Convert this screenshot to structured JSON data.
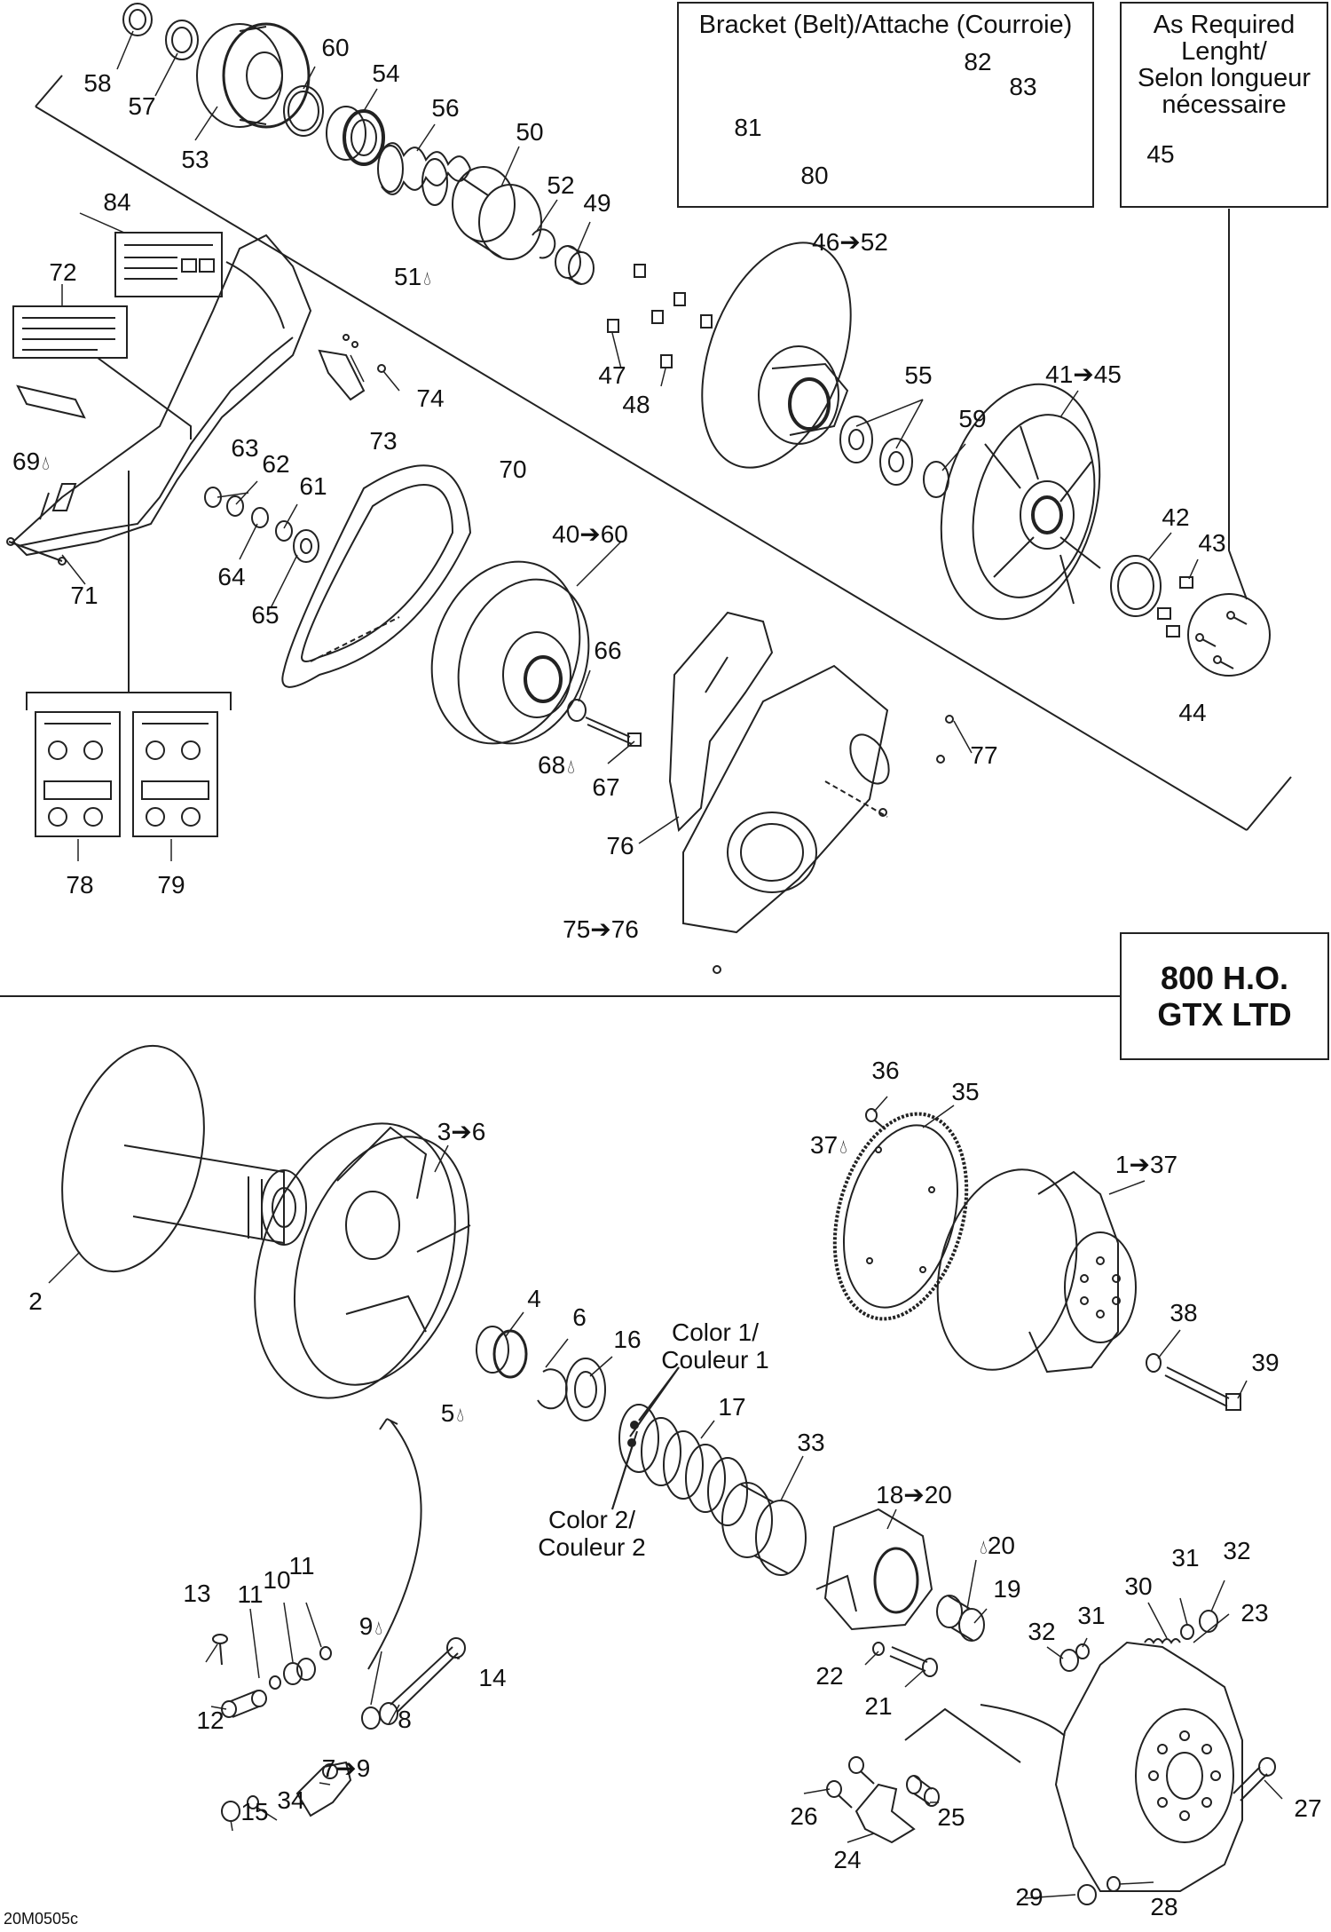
{
  "boxes": {
    "bracket_title": "Bracket (Belt)/Attache (Courroie)",
    "required_lines": [
      "As Required",
      "Lenght/",
      "Selon longueur",
      "nécessaire"
    ],
    "model_lines": [
      "800 H.O.",
      "GTX LTD"
    ]
  },
  "captions": {
    "color1": [
      "Color 1/",
      "Couleur 1"
    ],
    "color2": [
      "Color 2/",
      "Couleur 2"
    ]
  },
  "drawing_code": "20M0505c",
  "callouts": [
    "58",
    "57",
    "53",
    "60",
    "54",
    "56",
    "50",
    "52",
    "49",
    "51",
    "84",
    "72",
    "69",
    "73",
    "74",
    "63",
    "62",
    "61",
    "64",
    "65",
    "71",
    "70",
    "46➔52",
    "47",
    "48",
    "55",
    "59",
    "41➔45",
    "42",
    "43",
    "44",
    "45",
    "80",
    "81",
    "82",
    "83",
    "40➔60",
    "66",
    "67",
    "68",
    "76",
    "77",
    "75➔76",
    "78",
    "79",
    "2",
    "3➔6",
    "4",
    "5",
    "6",
    "16",
    "17",
    "33",
    "13",
    "11",
    "10",
    "12",
    "9",
    "8",
    "14",
    "7➔9",
    "15",
    "34",
    "18➔20",
    "20",
    "19",
    "22",
    "21",
    "36",
    "35",
    "37",
    "1➔37",
    "38",
    "39",
    "23",
    "30",
    "31",
    "32",
    "27",
    "26",
    "24",
    "25",
    "29",
    "28"
  ]
}
